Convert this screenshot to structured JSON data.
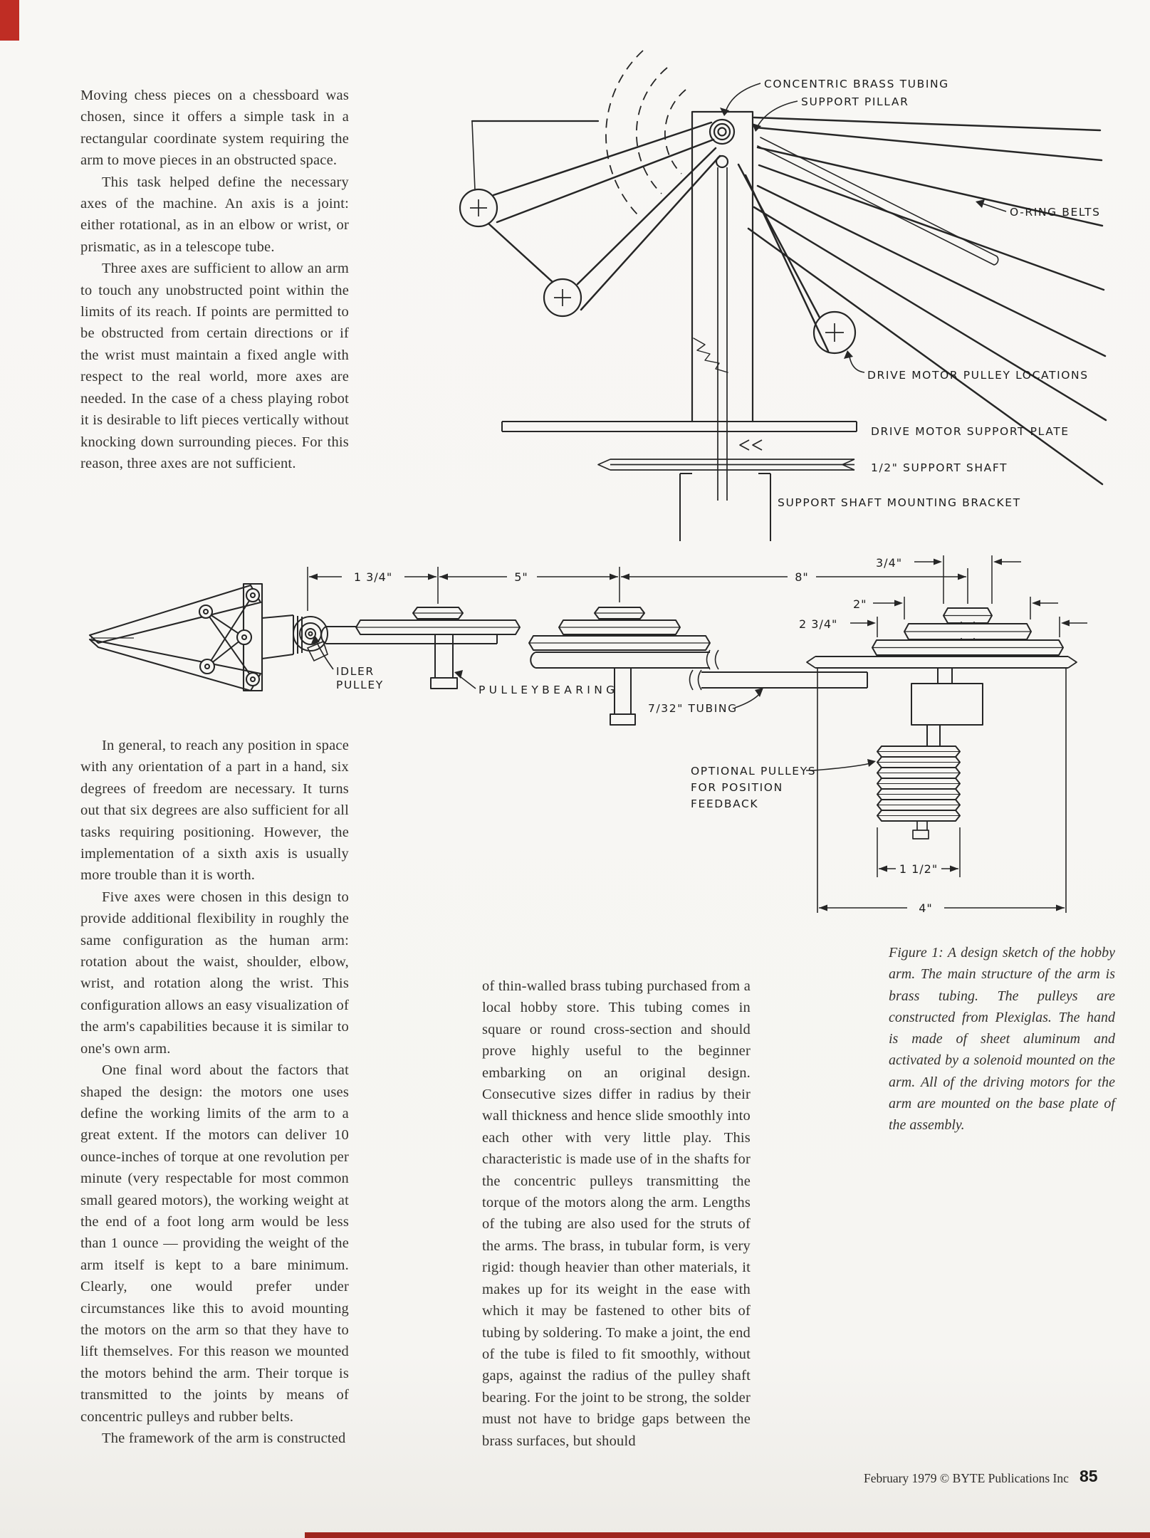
{
  "page": {
    "background": "#f6f5f2",
    "accent_red": "#bf2d24",
    "footer": {
      "credit": "February 1979 © BYTE Publications Inc",
      "page_number": "85"
    }
  },
  "article": {
    "col1_top_paragraphs": [
      "Moving chess pieces on a chessboard was chosen, since it offers a simple task in a rectangular coordinate system requiring the arm to move pieces in an obstructed space.",
      "This task helped define the necessary axes of the machine. An axis is a joint: either rotational, as in an elbow or wrist, or prismatic, as in a telescope tube.",
      "Three axes are sufficient to allow an arm to touch any unobstructed point within the limits of its reach. If points are permitted to be obstructed from certain directions or if the wrist must maintain a fixed angle with respect to the real world, more axes are needed. In the case of a chess playing robot it is desirable to lift pieces vertically without knocking down surrounding pieces. For this reason, three axes are not sufficient."
    ],
    "col1_bottom_paragraphs": [
      "In general, to reach any position in space with any orientation of a part in a hand, six degrees of freedom are necessary. It turns out that six degrees are also sufficient for all tasks requiring positioning. However, the implementation of a sixth axis is usually more trouble than it is worth.",
      "Five axes were chosen in this design to provide additional flexibility in roughly the same configuration as the human arm: rotation about the waist, shoulder, elbow, wrist, and rotation along the wrist. This configuration allows an easy visualization of the arm's capabilities because it is similar to one's own arm.",
      "One final word about the factors that shaped the design: the motors one uses define the working limits of the arm to a great extent. If the motors can deliver 10 ounce-inches of torque at one revolution per minute (very respectable for most common small geared motors), the working weight at the end of a foot long arm would be less than 1 ounce — providing the weight of the arm itself is kept to a bare minimum. Clearly, one would prefer under circumstances like this to avoid mounting the motors on the arm so that they have to lift themselves. For this reason we mounted the motors behind the arm. Their torque is transmitted to the joints by means of concentric pulleys and rubber belts.",
      "The framework of the arm is constructed"
    ],
    "col2_paragraphs": [
      "of thin-walled brass tubing purchased from a local hobby store. This tubing comes in square or round cross-section and should prove highly useful to the beginner embarking on an original design. Consecutive sizes differ in radius by their wall thickness and hence slide smoothly into each other with very little play. This characteristic is made use of in the shafts for the concentric pulleys transmitting the torque of the motors along the arm. Lengths of the tubing are also used for the struts of the arms. The brass, in tubular form, is very rigid: though heavier than other materials, it makes up for its weight in the ease with which it may be fastened to other bits of tubing by soldering. To make a joint, the end of the tube is filed to fit smoothly, without gaps, against the radius of the pulley shaft bearing. For the joint to be strong, the solder must not have to bridge gaps between the brass surfaces, but should"
    ],
    "figure_caption": "Figure 1: A design sketch of the hobby arm. The main structure of the arm is brass tubing. The pulleys are constructed from Plexiglas. The hand is made of sheet aluminum and activated by a solenoid mounted on the arm. All of the driving motors for the arm are mounted on the base plate of the assembly."
  },
  "figure_base": {
    "labels": {
      "concentric_brass_tubing": "CONCENTRIC BRASS TUBING",
      "support_pillar": "SUPPORT PILLAR",
      "o_ring_belts": "O-RING BELTS",
      "drive_motor_pulley_locations": "DRIVE MOTOR PULLEY LOCATIONS",
      "drive_motor_support_plate": "DRIVE MOTOR SUPPORT PLATE",
      "support_shaft": "1/2\" SUPPORT SHAFT",
      "mounting_bracket": "SUPPORT SHAFT MOUNTING BRACKET"
    }
  },
  "figure_arm": {
    "dimensions": {
      "d1": "1 3/4\"",
      "d2": "5\"",
      "d3": "8\"",
      "d4": "3/4\"",
      "d5": "2\"",
      "d6": "2 3/4\"",
      "d7": "1 1/2\"",
      "d8": "4\""
    },
    "labels": {
      "idler_line1": "IDLER",
      "idler_line2": "PULLEY",
      "pulley_bearing": "P U L L E Y  B E A R I N G",
      "tubing": "7/32\" TUBING",
      "optional_line1": "OPTIONAL PULLEYS",
      "optional_line2": "FOR POSITION",
      "optional_line3": "FEEDBACK"
    }
  }
}
